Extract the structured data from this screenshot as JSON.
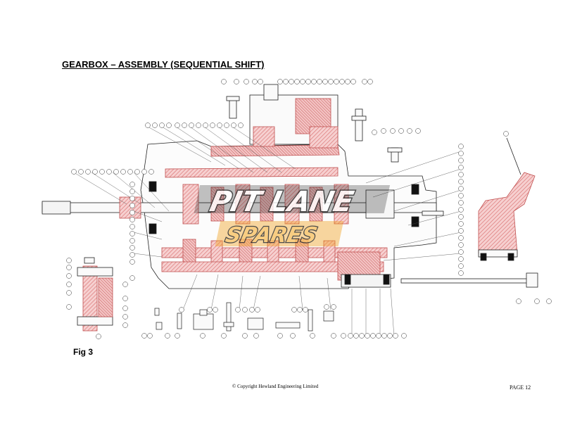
{
  "title": "GEARBOX – ASSEMBLY (SEQUENTIAL SHIFT)",
  "figure_label": "Fig 3",
  "copyright": "© Copyright Hewland Engineering Limited",
  "page_label": "PAGE 12",
  "watermark": {
    "line1": "PIT LANE",
    "line2": "SPARES",
    "accent_color": "#f0a020",
    "dark_color": "#1a1a1a"
  },
  "colors": {
    "line": "#222222",
    "section_hatch": "#e08080"
  }
}
